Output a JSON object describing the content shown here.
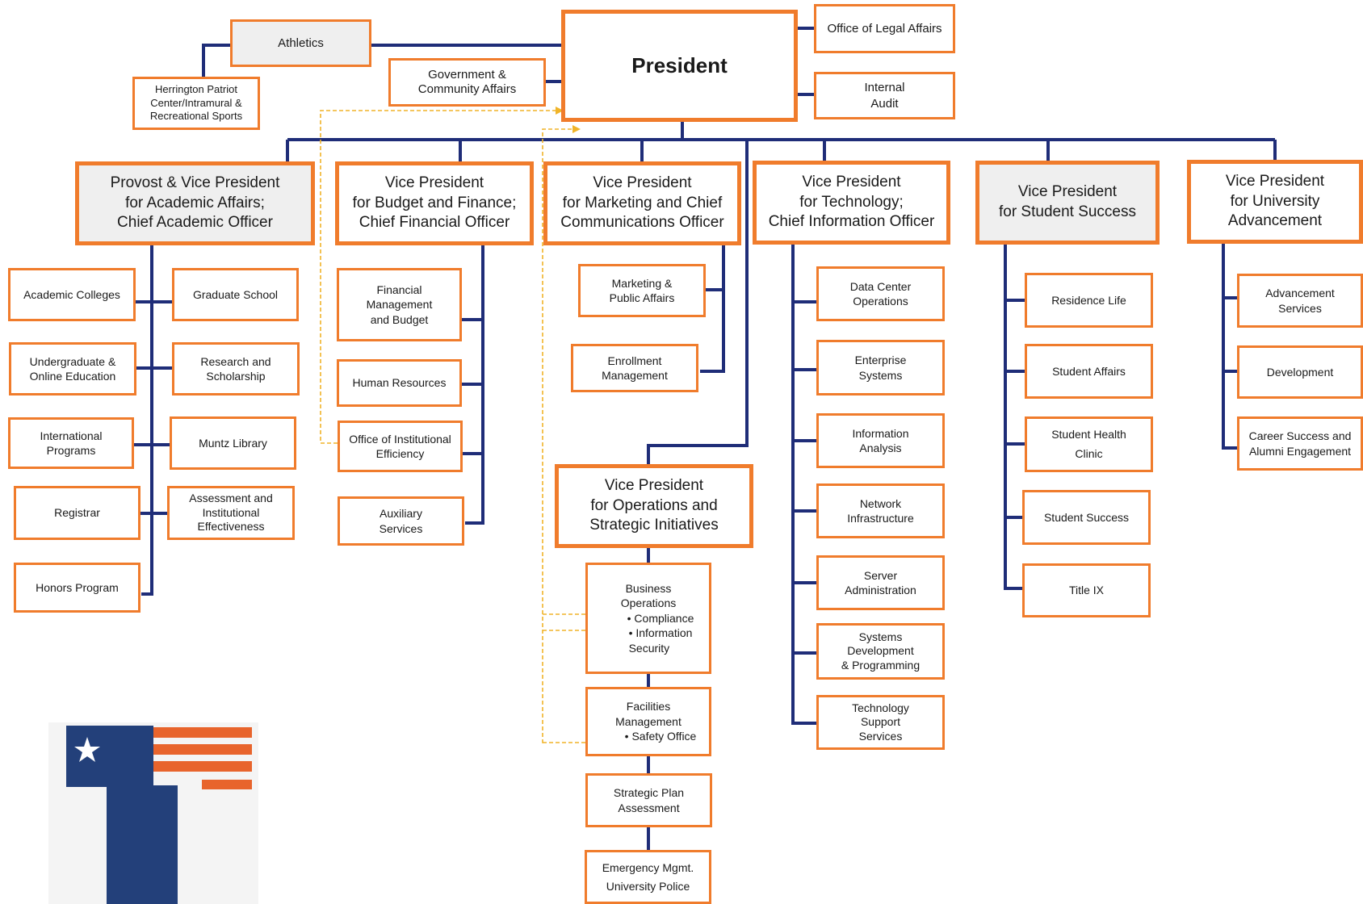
{
  "colors": {
    "box_border": "#f07c2c",
    "line": "#1f2d78",
    "dotted_line": "#f0b429",
    "highlight_fill": "#efefef",
    "logo_blue": "#23407a",
    "logo_orange": "#e8642c"
  },
  "top": {
    "president": "President",
    "athletics": "Athletics",
    "herrington": "Herrington Patriot\nCenter/Intramural &\nRecreational Sports",
    "gov_affairs": "Government &\nCommunity Affairs",
    "legal": "Office of Legal Affairs",
    "audit": "Internal\nAudit"
  },
  "vps": {
    "provost": "Provost & Vice President\nfor Academic Affairs;\nChief Academic Officer",
    "budget": "Vice President\nfor Budget and Finance;\nChief Financial Officer",
    "marketing": "Vice President\nfor Marketing and Chief\nCommunications Officer",
    "technology": "Vice President\nfor Technology;\nChief Information Officer",
    "student_success": "Vice President\nfor Student Success",
    "advancement": "Vice President\nfor University\nAdvancement",
    "operations": "Vice President\nfor Operations and\nStrategic Initiatives"
  },
  "academic": {
    "colleges": "Academic Colleges",
    "graduate": "Graduate School",
    "undergrad": "Undergraduate &\nOnline Education",
    "research": "Research and\nScholarship",
    "international": "International\nPrograms",
    "library": "Muntz Library",
    "registrar": "Registrar",
    "assessment": "Assessment and\nInstitutional\nEffectiveness",
    "honors": "Honors Program"
  },
  "finance": {
    "fmb": "Financial\nManagement\nand Budget",
    "hr": "Human Resources",
    "oie": "Office of Institutional\nEfficiency",
    "aux": "Auxiliary\nServices"
  },
  "marketing": {
    "mpa": "Marketing &\nPublic Affairs",
    "enrollment": "Enrollment\nManagement"
  },
  "operations": {
    "business_title": "Business\nOperations",
    "business_b1": "• Compliance",
    "business_b2": "• Information\n  Security",
    "facilities_title": "Facilities\nManagement",
    "facilities_b1": "• Safety Office",
    "strategic": "Strategic Plan\nAssessment",
    "emergency": "Emergency Mgmt.\nUniversity Police"
  },
  "technology": {
    "datacenter": "Data Center\nOperations",
    "enterprise": "Enterprise\nSystems",
    "info_analysis": "Information\nAnalysis",
    "network": "Network\nInfrastructure",
    "server": "Server\nAdministration",
    "sysdev": "Systems\nDevelopment\n& Programming",
    "techsupport": "Technology\nSupport\nServices"
  },
  "student": {
    "residence": "Residence Life",
    "affairs": "Student Affairs",
    "health": "Student Health\nClinic",
    "success": "Student Success",
    "title9": "Title IX"
  },
  "advancement": {
    "services": "Advancement\nServices",
    "development": "Development",
    "career": "Career Success and\nAlumni Engagement"
  },
  "logo": {
    "icon": "star-flag-t-logo-icon"
  }
}
